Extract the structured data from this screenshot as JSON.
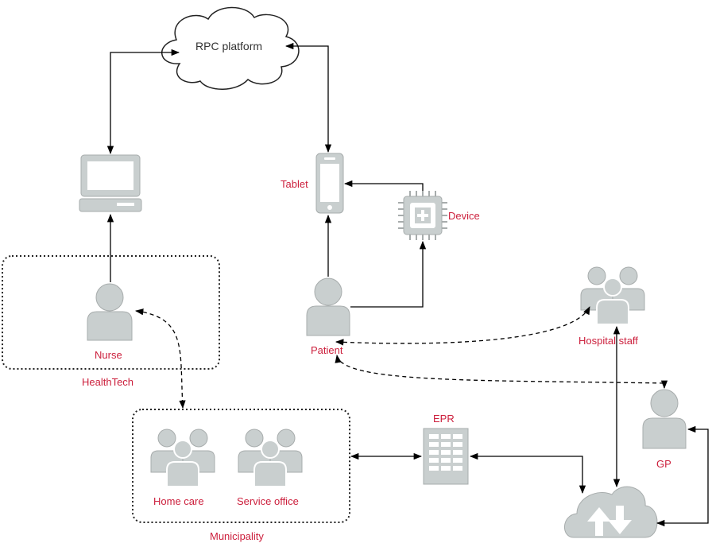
{
  "colors": {
    "label_red": "#cc1f3c",
    "icon_gray": "#c9cfcf",
    "icon_stroke": "#a7acac",
    "line": "#000000"
  },
  "nodes": {
    "cloud": {
      "label": "RPC platform",
      "icon": "cloud-icon"
    },
    "computer": {
      "icon": "desktop-computer-icon"
    },
    "tablet": {
      "label": "Tablet",
      "icon": "tablet-icon"
    },
    "device": {
      "label": "Device",
      "icon": "chip-device-icon"
    },
    "nurse": {
      "label": "Nurse",
      "icon": "person-icon"
    },
    "patient": {
      "label": "Patient",
      "icon": "person-icon"
    },
    "hospital_staff": {
      "label": "Hospital staff",
      "icon": "group-icon"
    },
    "gp": {
      "label": "GP",
      "icon": "person-icon"
    },
    "home_care": {
      "label": "Home care",
      "icon": "group-icon"
    },
    "service_office": {
      "label": "Service office",
      "icon": "group-icon"
    },
    "epr": {
      "label": "EPR",
      "icon": "building-icon"
    },
    "sync_cloud": {
      "icon": "cloud-upload-download-icon"
    }
  },
  "groups": {
    "healthtech": {
      "label": "HealthTech"
    },
    "municipality": {
      "label": "Municipality"
    }
  }
}
